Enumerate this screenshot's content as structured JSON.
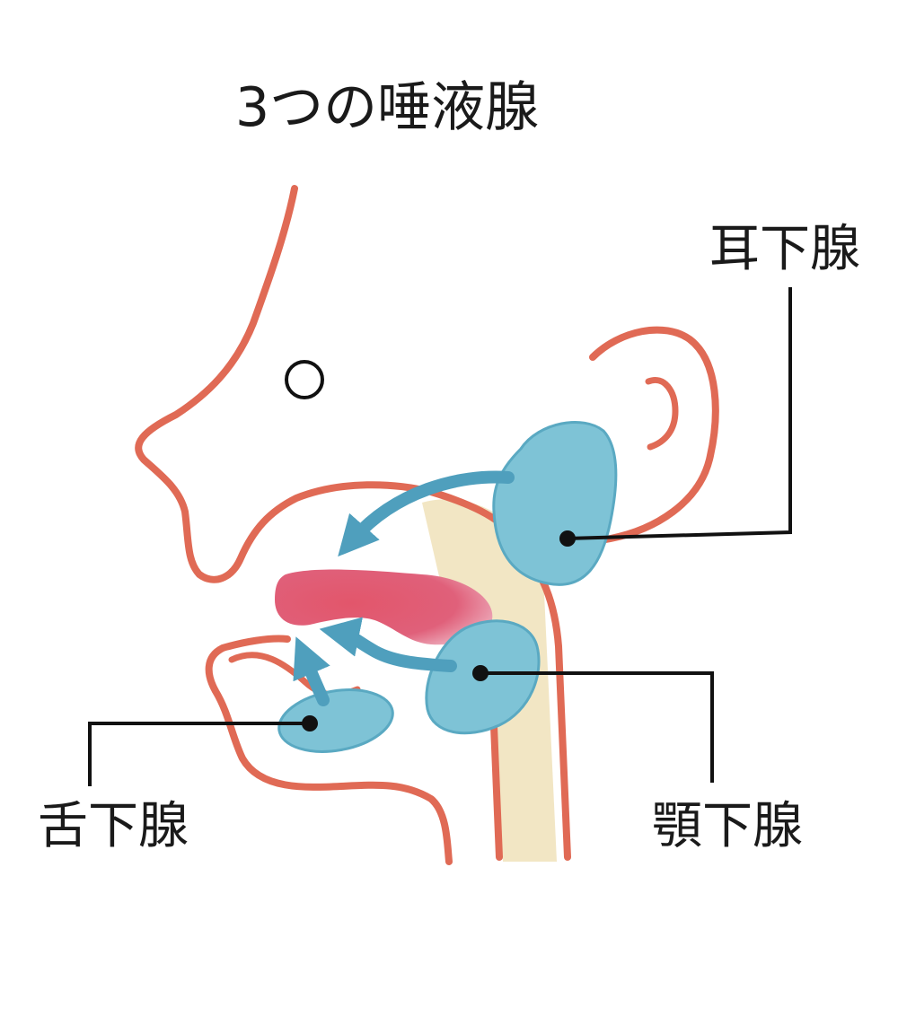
{
  "title": "3つの唾液腺",
  "labels": {
    "parotid": "耳下腺",
    "sublingual": "舌下腺",
    "submandibular": "顎下腺"
  },
  "colors": {
    "outline": "#e06a55",
    "outline_dark": "#d9473a",
    "gland": "#7ec3d6",
    "gland_edge": "#5aa9c2",
    "arrow": "#4f9fbd",
    "tongue": "#de5a6e",
    "throat": "#f1e3be",
    "leader": "#111111"
  }
}
